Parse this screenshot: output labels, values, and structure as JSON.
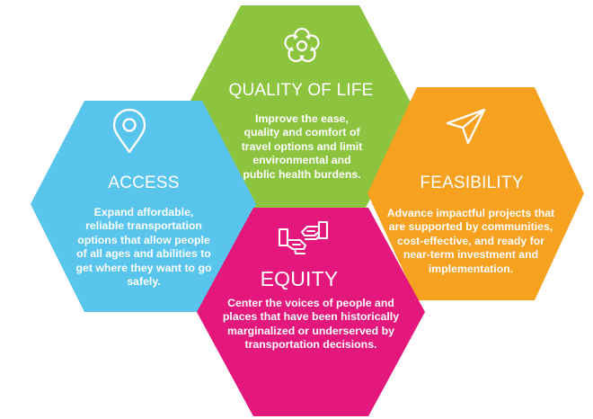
{
  "colors": {
    "access": "#59c5ec",
    "quality": "#8dc43f",
    "feasibility": "#f6a11f",
    "equity": "#e4187c",
    "text": "#ffffff"
  },
  "hexagons": [
    {
      "key": "access",
      "title": "ACCESS",
      "icon": "map-pin-icon",
      "description": "Expand affordable, reliable transportation options that allow people of all ages and abilities to get where they want to go safely."
    },
    {
      "key": "quality",
      "title": "QUALITY OF LIFE",
      "icon": "flower-icon",
      "description": "Improve the ease, quality and comfort of travel options and limit environmental and public health burdens."
    },
    {
      "key": "feasibility",
      "title": "FEASIBILITY",
      "icon": "paper-plane-icon",
      "description": "Advance impactful projects that are supported by communities, cost-effective, and ready for near-term investment and implementation."
    },
    {
      "key": "equity",
      "title": "EQUITY",
      "icon": "handshake-icon",
      "description": "Center the voices of people and places that have been historically marginalized or underserved by transportation decisions."
    }
  ]
}
